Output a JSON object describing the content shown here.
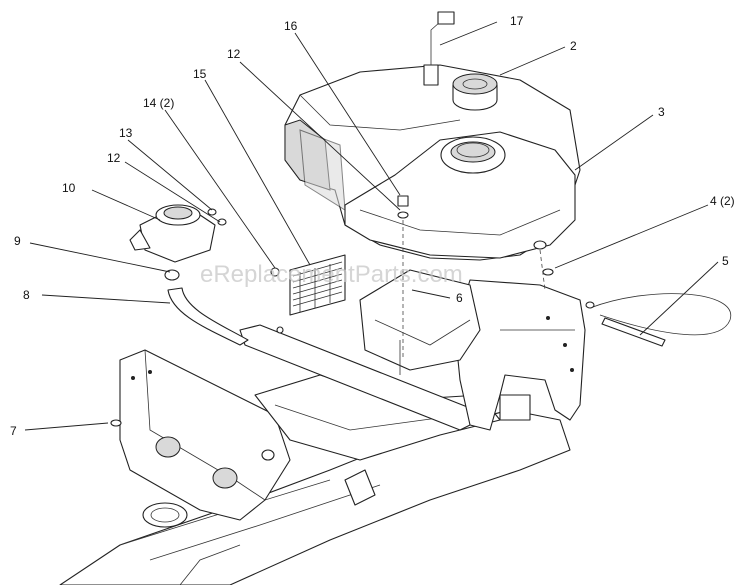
{
  "watermark": "eReplacementParts.com",
  "callouts": [
    {
      "id": "c17",
      "label": "17"
    },
    {
      "id": "c2",
      "label": "2"
    },
    {
      "id": "c16",
      "label": "16"
    },
    {
      "id": "c12a",
      "label": "12"
    },
    {
      "id": "c15",
      "label": "15"
    },
    {
      "id": "c14",
      "label": "14 (2)"
    },
    {
      "id": "c13",
      "label": "13"
    },
    {
      "id": "c12b",
      "label": "12"
    },
    {
      "id": "c10",
      "label": "10"
    },
    {
      "id": "c9",
      "label": "9"
    },
    {
      "id": "c8",
      "label": "8"
    },
    {
      "id": "c3",
      "label": "3"
    },
    {
      "id": "c4",
      "label": "4 (2)"
    },
    {
      "id": "c5",
      "label": "5"
    },
    {
      "id": "c6",
      "label": "6"
    },
    {
      "id": "c7",
      "label": "7"
    }
  ]
}
